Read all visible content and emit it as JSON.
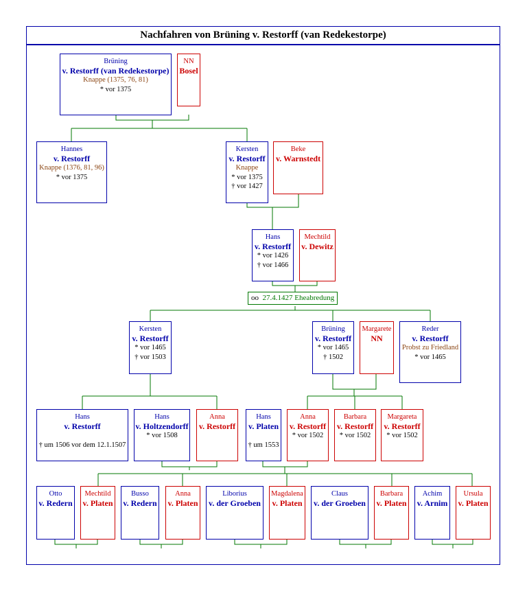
{
  "title": "Nachfahren von Brüning v. Restorff (van Redekestorpe)",
  "colors": {
    "male": "#0000aa",
    "female": "#cc0000",
    "title_text": "#8b4513",
    "line": "#007700"
  },
  "persons": [
    {
      "id": "p1",
      "sex": "m",
      "first": "Brüning",
      "last": "v. Restorff (van Redekestorpe)",
      "lines": [
        "Knappe (1375, 76, 81)",
        "* vor 1375"
      ]
    },
    {
      "id": "p2",
      "sex": "f",
      "first": "NN",
      "last": "Bosel",
      "lines": []
    },
    {
      "id": "p3",
      "sex": "m",
      "first": "Hannes",
      "last": "v. Restorff",
      "lines": [
        "Knappe (1376, 81, 96)",
        "* vor 1375"
      ]
    },
    {
      "id": "p4",
      "sex": "m",
      "first": "Kersten",
      "last": "v. Restorff",
      "lines": [
        "Knappe",
        "* vor 1375",
        "† vor 1427"
      ]
    },
    {
      "id": "p5",
      "sex": "f",
      "first": "Beke",
      "last": "v. Warnstedt",
      "lines": []
    },
    {
      "id": "p6",
      "sex": "m",
      "first": "Hans",
      "last": "v. Restorff",
      "lines": [
        "* vor 1426",
        "† vor 1466"
      ]
    },
    {
      "id": "p7",
      "sex": "f",
      "first": "Mechtild",
      "last": "v. Dewitz",
      "lines": []
    },
    {
      "id": "p8",
      "sex": "m",
      "first": "Kersten",
      "last": "v. Restorff",
      "lines": [
        "* vor 1465",
        "† vor 1503"
      ]
    },
    {
      "id": "p9",
      "sex": "m",
      "first": "Brüning",
      "last": "v. Restorff",
      "lines": [
        "* vor 1465",
        "† 1502"
      ]
    },
    {
      "id": "p10",
      "sex": "f",
      "first": "Margarete",
      "last": "NN",
      "lines": []
    },
    {
      "id": "p11",
      "sex": "m",
      "first": "Reder",
      "last": "v. Restorff",
      "lines": [
        "Probst zu Friedland",
        "* vor 1465"
      ]
    },
    {
      "id": "p12",
      "sex": "m",
      "first": "Hans",
      "last": "v. Restorff",
      "lines": [
        "",
        "† um 1506 vor dem 12.1.1507"
      ]
    },
    {
      "id": "p13",
      "sex": "m",
      "first": "Hans",
      "last": "v. Holtzendorff",
      "lines": [
        "* vor 1508"
      ]
    },
    {
      "id": "p14",
      "sex": "f",
      "first": "Anna",
      "last": "v. Restorff",
      "lines": []
    },
    {
      "id": "p15",
      "sex": "m",
      "first": "Hans",
      "last": "v. Platen",
      "lines": [
        "",
        "† um 1553"
      ]
    },
    {
      "id": "p16",
      "sex": "f",
      "first": "Anna",
      "last": "v. Restorff",
      "lines": [
        "* vor 1502"
      ]
    },
    {
      "id": "p17",
      "sex": "f",
      "first": "Barbara",
      "last": "v. Restorff",
      "lines": [
        "* vor 1502"
      ]
    },
    {
      "id": "p18",
      "sex": "f",
      "first": "Margareta",
      "last": "v. Restorff",
      "lines": [
        "* vor 1502"
      ]
    },
    {
      "id": "p19",
      "sex": "m",
      "first": "Otto",
      "last": "v. Redern",
      "lines": []
    },
    {
      "id": "p20",
      "sex": "f",
      "first": "Mechtild",
      "last": "v. Platen",
      "lines": []
    },
    {
      "id": "p21",
      "sex": "m",
      "first": "Busso",
      "last": "v. Redern",
      "lines": []
    },
    {
      "id": "p22",
      "sex": "f",
      "first": "Anna",
      "last": "v. Platen",
      "lines": []
    },
    {
      "id": "p23",
      "sex": "m",
      "first": "Liborius",
      "last": "v. der Groeben",
      "lines": []
    },
    {
      "id": "p24",
      "sex": "f",
      "first": "Magdalena",
      "last": "v. Platen",
      "lines": []
    },
    {
      "id": "p25",
      "sex": "m",
      "first": "Claus",
      "last": "v. der Groeben",
      "lines": []
    },
    {
      "id": "p26",
      "sex": "f",
      "first": "Barbara",
      "last": "v. Platen",
      "lines": []
    },
    {
      "id": "p27",
      "sex": "m",
      "first": "Achim",
      "last": "v. Arnim",
      "lines": []
    },
    {
      "id": "p28",
      "sex": "f",
      "first": "Ursula",
      "last": "v. Platen",
      "lines": []
    }
  ],
  "marriage": {
    "symbol": "oo",
    "date": "27.4.1427 Eheabredung"
  }
}
